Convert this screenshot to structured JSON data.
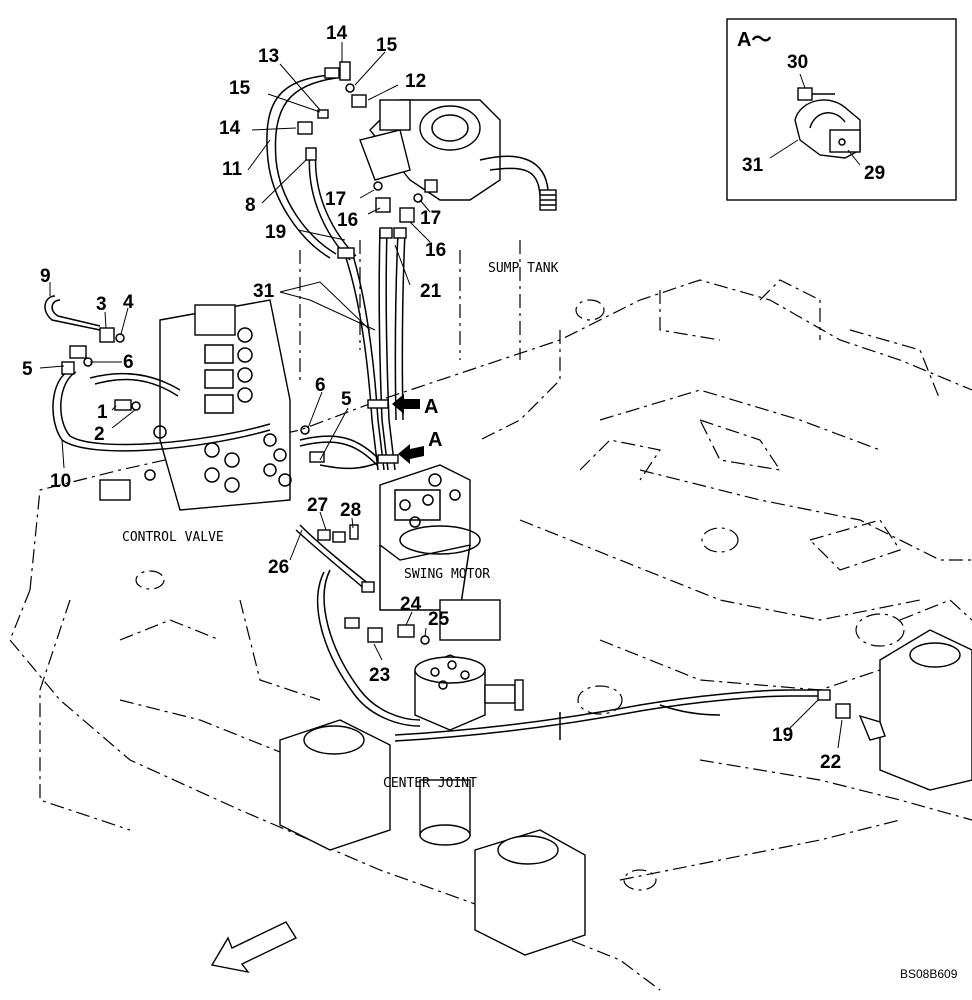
{
  "part_labels": {
    "sump_tank": "SUMP TANK",
    "control_valve": "CONTROL VALVE",
    "swing_motor": "SWING MOTOR",
    "center_joint": "CENTER JOINT"
  },
  "detail_view": {
    "title": "A～",
    "callouts": [
      "30",
      "31",
      "29"
    ]
  },
  "view_markers": [
    "A",
    "A"
  ],
  "callouts": [
    "14",
    "15",
    "13",
    "15",
    "12",
    "14",
    "11",
    "8",
    "17",
    "16",
    "17",
    "19",
    "16",
    "21",
    "31",
    "9",
    "3",
    "4",
    "5",
    "6",
    "6",
    "5",
    "1",
    "2",
    "10",
    "27",
    "28",
    "26",
    "24",
    "25",
    "23",
    "19",
    "22"
  ],
  "drawing_code": "BS08B609"
}
